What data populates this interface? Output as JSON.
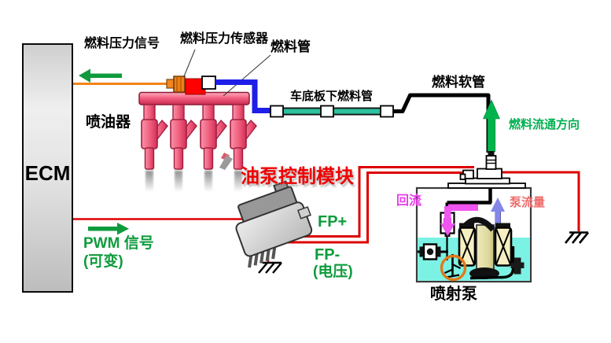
{
  "diagram": {
    "ecm": "ECM",
    "labels": {
      "fuel_pressure_signal": "燃料压力信号",
      "fuel_pressure_sensor": "燃料压力传感器",
      "fuel_pipe": "燃料管",
      "injectors": "喷油器",
      "underfloor_fuel_pipe": "车底板下燃料管",
      "fuel_hose": "燃料软管",
      "fuel_flow_direction": "燃料流通方向",
      "pump_control_module": "油泵控制模块",
      "fp_plus": "FP+",
      "fp_minus": "FP-",
      "fp_minus_voltage": "(电压)",
      "pwm_signal": "PWM 信号",
      "pwm_variable": "(可变)",
      "return_flow": "回流",
      "pump_flow": "泵流量",
      "jet_pump": "喷射泵"
    },
    "colors": {
      "signal_green": "#0E9B3C",
      "flow_green": "#00B44C",
      "wire_red": "#DD0000",
      "sensor_wire_orange": "#F28318",
      "fuel_pipe_blue": "#1E1EE8",
      "underfloor_pipe_teal": "#2CC19F",
      "return_magenta": "#F055F0",
      "pump_flow_purple": "#8486E8",
      "pump_flow_label_pink": "#EE6A6A",
      "rail_pink": "#F2617F",
      "tank_fuel_cyan": "#7CF2E4",
      "module_label_red": "#F00000",
      "highlight_orange_circle": "#E0791B"
    },
    "icons": {
      "signal_left_arrow": "←",
      "signal_right_arrow": "→",
      "flow_up_arrow": "▲",
      "return_down_arrow": "▼",
      "pump_flow_up_arrow": "↑",
      "ground_symbol": "⏚"
    }
  }
}
